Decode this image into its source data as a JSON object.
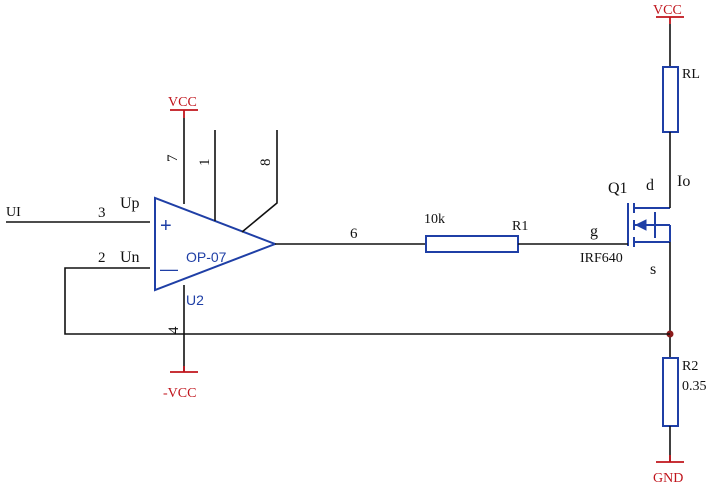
{
  "power": {
    "vcc_top": "VCC",
    "vcc_opamp": "VCC",
    "neg_vcc": "-VCC",
    "gnd": "GND"
  },
  "input": {
    "label": "UI"
  },
  "opamp": {
    "part": "OP-07",
    "ref": "U2",
    "plus_sign": "+",
    "minus_sign": "—",
    "up_label": "Up",
    "un_label": "Un",
    "pin_plus": "3",
    "pin_minus": "2",
    "pin_out": "6",
    "pin_vplus": "7",
    "pin_1": "1",
    "pin_8": "8",
    "pin_vminus": "4"
  },
  "r1": {
    "value": "10k",
    "ref": "R1"
  },
  "mosfet": {
    "ref": "Q1",
    "part": "IRF640",
    "gate": "g",
    "drain": "d",
    "source": "s"
  },
  "rl": {
    "ref": "RL"
  },
  "current": {
    "label": "Io"
  },
  "r2": {
    "ref": "R2",
    "value": "0.35"
  },
  "colors": {
    "component": "#1f3fa6",
    "power": "#c0141c",
    "wire": "#111111",
    "junction": "#8b1a1a"
  }
}
